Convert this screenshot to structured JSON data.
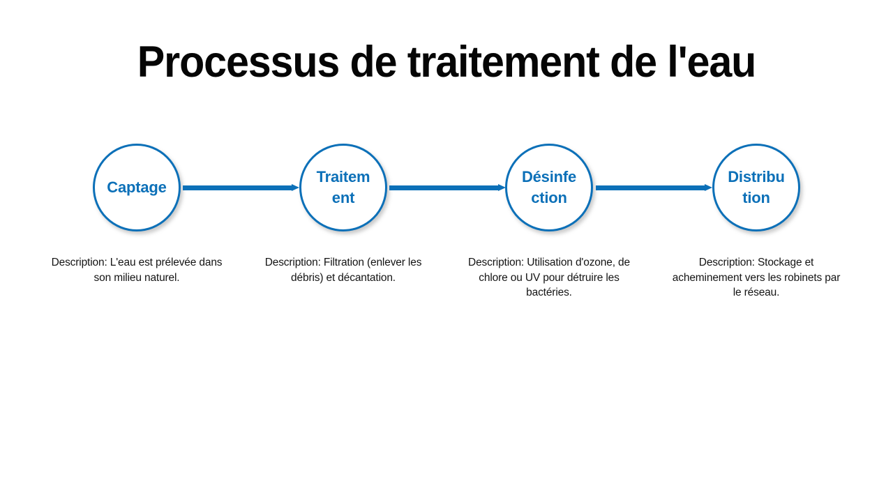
{
  "slide": {
    "title": "Processus de traitement de l'eau",
    "background_color": "#FFFFFF",
    "accent_color": "#0C70B8",
    "text_color": "#141414"
  },
  "flow": {
    "connector_icon": "arrow-right-icon",
    "steps": [
      {
        "label": "Captage",
        "description": "Description: L'eau est prélevée dans son milieu naturel."
      },
      {
        "label": "Traitement",
        "description": "Description: Filtration (enlever les débris) et décantation."
      },
      {
        "label": "Désinfection",
        "description": "Description: Utilisation d'ozone, de chlore ou UV pour détruire les bactéries."
      },
      {
        "label": "Distribution",
        "description": "Description: Stockage et acheminement vers les robinets par le réseau."
      }
    ]
  }
}
